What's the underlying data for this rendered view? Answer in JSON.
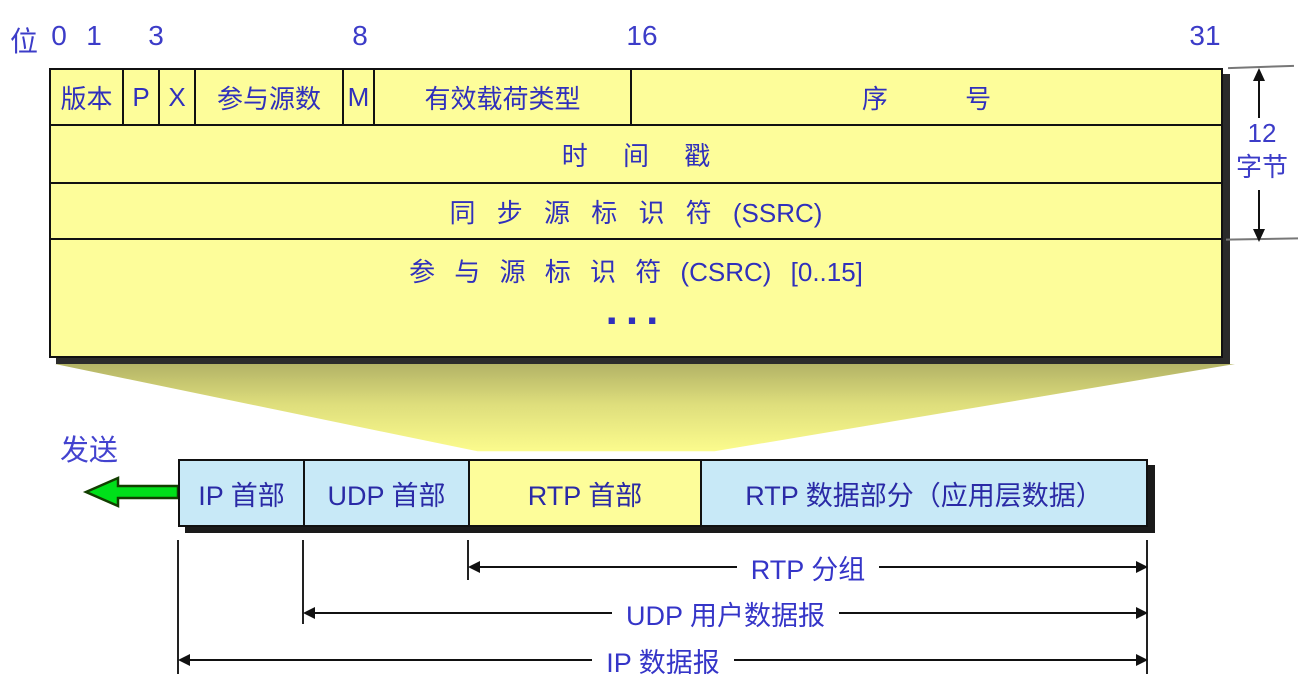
{
  "bits": {
    "prefix": "位",
    "ticks": [
      "0",
      "1",
      "3",
      "8",
      "16",
      "31"
    ]
  },
  "table": {
    "row1": {
      "cells": [
        "版本",
        "P",
        "X",
        "参与源数",
        "M",
        "有效载荷类型",
        "序 号"
      ]
    },
    "row2": {
      "label": "时 间 戳"
    },
    "row3": {
      "label": "同 步 源 标 识 符 (SSRC)"
    },
    "row4": {
      "label": "参 与 源 标 识 符 (CSRC) [0..15]",
      "ellipsis": "..."
    }
  },
  "size_note": {
    "value": "12",
    "unit": "字节"
  },
  "send": {
    "label": "发送"
  },
  "bar": {
    "segments": [
      {
        "label": "IP 首部"
      },
      {
        "label": "UDP 首部"
      },
      {
        "label": "RTP 首部"
      },
      {
        "label": "RTP 数据部分（应用层数据）"
      }
    ]
  },
  "spans": [
    {
      "label": "RTP 分组"
    },
    {
      "label": "UDP 用户数据报"
    },
    {
      "label": "IP 数据报"
    }
  ],
  "colors": {
    "yellow": "#fdfd9a",
    "blue": "#c8e9f7",
    "text_blue": "#3030bc",
    "label_blue": "#3c3cc8",
    "arrow_green": "#00e01a",
    "border": "#111111"
  }
}
